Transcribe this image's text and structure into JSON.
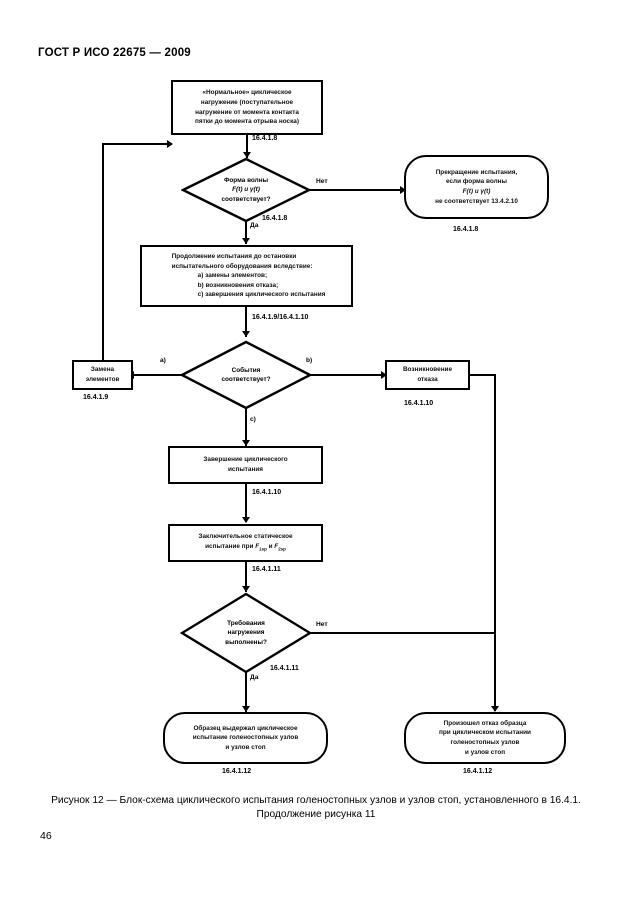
{
  "document": {
    "header": "ГОСТ Р ИСО 22675 — 2009",
    "page_number": "46",
    "caption_line1": "Рисунок 12 — Блок-схема  циклического испытания голеностопных узлов и узлов стоп, установленного в  16.4.1.",
    "caption_line2": "Продолжение   рисунка 11"
  },
  "flowchart": {
    "nodes": {
      "normal_cyclic_loading": {
        "line1": "«Нормальное» циклическое",
        "line2": "нагружение (поступательное",
        "line3": "нагружение от момента контакта",
        "line4": "пятки до момента отрыва носка)",
        "step": "16.4.1.8"
      },
      "waveform_check": {
        "line1": "Форма волны",
        "line2": "F(t) и γ(t)",
        "line3": "соответствует?",
        "step": "16.4.1.8",
        "yes": "Да",
        "no": "Нет"
      },
      "test_termination": {
        "line1": "Прекращение испытания,",
        "line2": "если форма волны",
        "line3": "F(t) и γ(t)",
        "line4": "не соответствует 13.4.2.10",
        "step": "16.4.1.8"
      },
      "continue_test": {
        "line1": "Продолжение испытания до остановки",
        "line2": "испытательного оборудования вследствие:",
        "line3": "a) замены элементов;",
        "line4": "b) возникновения отказа;",
        "line5": "c) завершения циклического испытания",
        "step": "16.4.1.9/16.4.1.10"
      },
      "event_check": {
        "line1": "События",
        "line2": "соответствует?",
        "branch_a": "a)",
        "branch_b": "b)",
        "branch_c": "c)"
      },
      "replace_components": {
        "line1": "Замена",
        "line2": "элементов",
        "step": "16.4.1.9"
      },
      "failure_occurrence": {
        "line1": "Возникновение",
        "line2": "отказа",
        "step": "16.4.1.10"
      },
      "cyclic_test_completion": {
        "line1": "Завершение циклического",
        "line2": "испытания",
        "step": "16.4.1.10"
      },
      "final_static_test": {
        "line1": "Заключительное статическое",
        "line2_pre": "испытание при ",
        "line2_f1": "F",
        "line2_f1sub": "1sp",
        "line2_mid": " и ",
        "line2_f2": "F",
        "line2_f2sub": "2sp",
        "step": "16.4.1.11"
      },
      "loading_requirements_check": {
        "line1": "Требования",
        "line2": "нагружения",
        "line3": "выполнены?",
        "step": "16.4.1.11",
        "yes": "Да",
        "no": "Нет"
      },
      "specimen_passed": {
        "line1": "Образец выдержал циклическое",
        "line2": "испытание голеностопных узлов",
        "line3": "и узлов стоп",
        "step": "16.4.1.12"
      },
      "specimen_failed": {
        "line1": "Произошел отказ образца",
        "line2": "при циклическом испытании",
        "line3": "голеностопных узлов",
        "line4": "и узлов стоп",
        "step": "16.4.1.12"
      }
    }
  }
}
